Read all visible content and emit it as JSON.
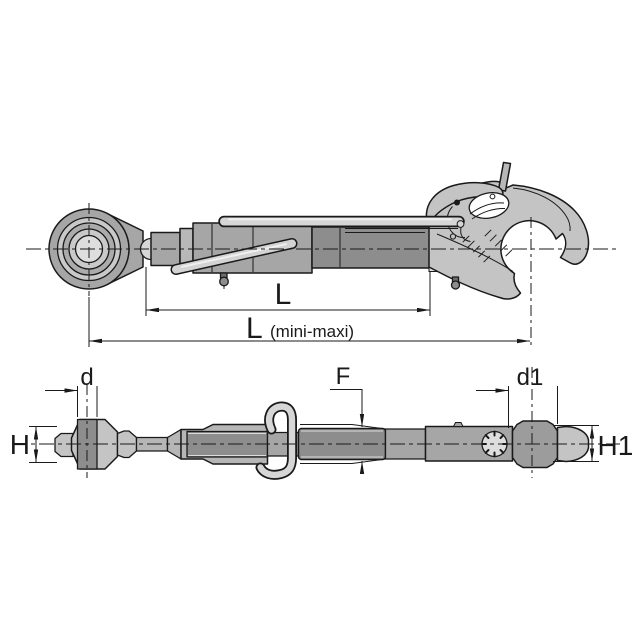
{
  "colors": {
    "bg": "#ffffff",
    "line": "#1a1a1a",
    "body": "#a6a6a6",
    "dark": "#8d8d8d",
    "head": "#c4c4c4",
    "light": "#d6d6d6",
    "sleeve": "#b6b6b6",
    "metal": "#b8b8b8",
    "ring1": "#c9c9c9",
    "ring2": "#ababab",
    "pale": "#dedede",
    "barrel": "#9c9c9c",
    "nipple": "#6e6e6e"
  },
  "labels": {
    "L": "L",
    "L_range": "L",
    "L_range_note": "(mini-maxi)",
    "d": "d",
    "F": "F",
    "d1": "d1",
    "H": "H",
    "H1": "H1"
  }
}
